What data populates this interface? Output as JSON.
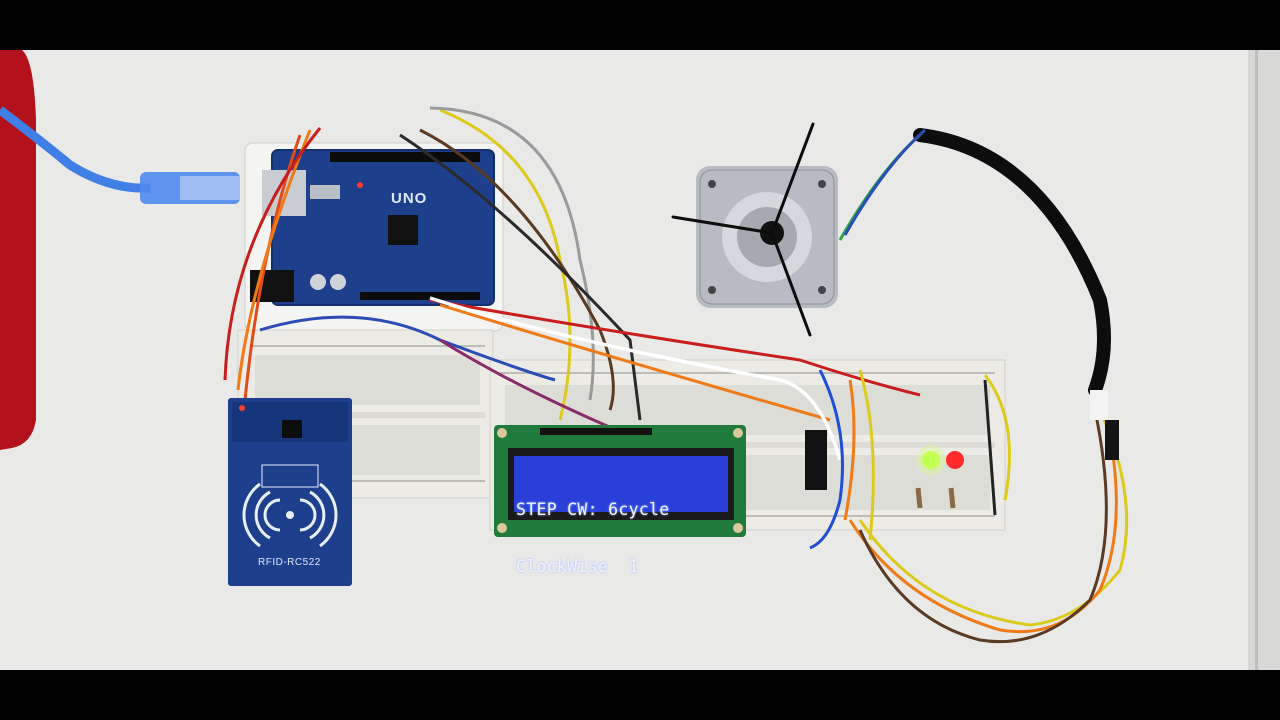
{
  "scene": {
    "arduino_board_label": "UNO",
    "rfid_module_label": "RFID-RC522",
    "lcd": {
      "line1": "STEP CW: 6cycle",
      "line2": "ClockWise  1"
    },
    "colors": {
      "board_blue": "#1d3f8c",
      "lcd_backlight": "#2a3fd8",
      "breadboard": "#ecebe6",
      "background_board": "#e9e9e7",
      "led_green": "#b6ff3a",
      "led_red": "#ff2a2a",
      "motor_metal": "#b8bcc2"
    }
  }
}
